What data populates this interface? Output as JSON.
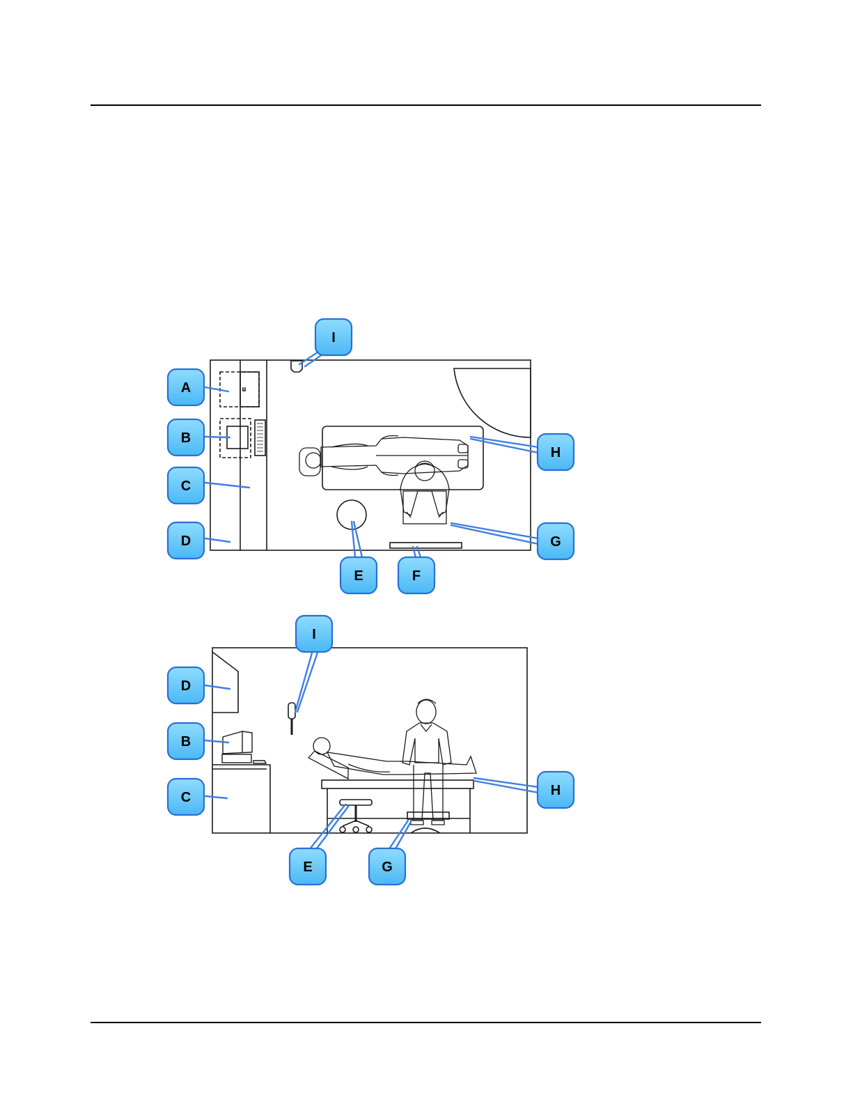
{
  "colors": {
    "callout_fill": "#5ac8fa",
    "callout_stroke": "#2a6fd6",
    "leader_line": "#3f7fe0",
    "line_art": "#1a1a1a"
  },
  "plan_view": {
    "callouts": [
      {
        "id": "I",
        "label": "I"
      },
      {
        "id": "A",
        "label": "A"
      },
      {
        "id": "B",
        "label": "B"
      },
      {
        "id": "C",
        "label": "C"
      },
      {
        "id": "D",
        "label": "D"
      },
      {
        "id": "E",
        "label": "E"
      },
      {
        "id": "F",
        "label": "F"
      },
      {
        "id": "G",
        "label": "G"
      },
      {
        "id": "H",
        "label": "H"
      }
    ]
  },
  "elevation_view": {
    "callouts": [
      {
        "id": "I",
        "label": "I"
      },
      {
        "id": "D",
        "label": "D"
      },
      {
        "id": "B",
        "label": "B"
      },
      {
        "id": "C",
        "label": "C"
      },
      {
        "id": "E",
        "label": "E"
      },
      {
        "id": "G",
        "label": "G"
      },
      {
        "id": "H",
        "label": "H"
      }
    ]
  }
}
